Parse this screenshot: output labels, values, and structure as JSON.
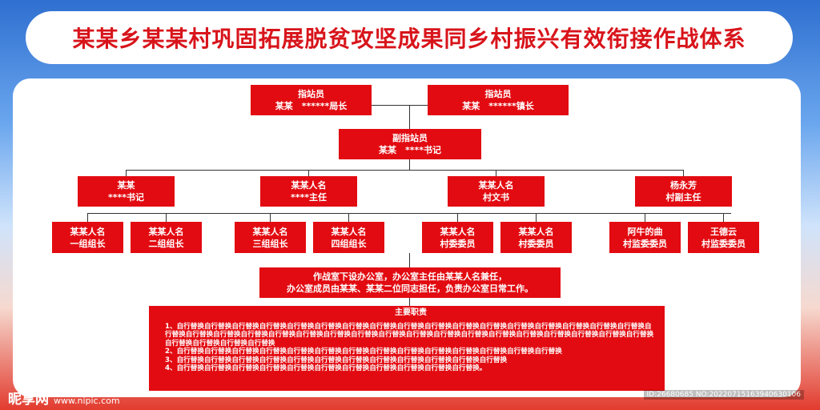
{
  "title": "某某乡某某村巩固拓展脱贫攻坚成果同乡村振兴有效衔接作战体系",
  "level1": [
    {
      "line1": "指站员",
      "line2": "某某　******局长"
    },
    {
      "line1": "指站员",
      "line2": "某某　******镇长"
    }
  ],
  "level2": {
    "line1": "副指站员",
    "line2": "某某　****书记"
  },
  "level3": [
    {
      "line1": "某某",
      "line2": "****书记"
    },
    {
      "line1": "某某人名",
      "line2": "****主任"
    },
    {
      "line1": "某某人名",
      "line2": "村文书"
    },
    {
      "line1": "杨永芳",
      "line2": "村副主任"
    }
  ],
  "level4": [
    {
      "line1": "某某人名",
      "line2": "一组组长"
    },
    {
      "line1": "某某人名",
      "line2": "二组组长"
    },
    {
      "line1": "某某人名",
      "line2": "三组组长"
    },
    {
      "line1": "某某人名",
      "line2": "四组组长"
    },
    {
      "line1": "某某人名",
      "line2": "村委委员"
    },
    {
      "line1": "某某人名",
      "line2": "村委委员"
    },
    {
      "line1": "阿牛的曲",
      "line2": "村监委委员"
    },
    {
      "line1": "王德云",
      "line2": "村监委委员"
    }
  ],
  "office": {
    "line1": "作战室下设办公室，办公室主任由某某人名兼任，",
    "line2": "办公室成员由某某、某某二位同志担任，负责办公室日常工作。"
  },
  "duties": {
    "heading": "主要职责",
    "lines": [
      "1、自行替换自行替换自行替换自行替换自行替换自行替换自行替换自行替换自行替换自行替换自行替换自行替换自行替换自行替换自行替换自行替换自行替换自行替换自行替换自行替换自行替换自行替换自行替换自行替换自行替换自行替换自行替换自行替换自行替换自行替换自行替换自行替换自行替换自行替换自行替换自行替换自行替换自行替换自行替换",
      "2、自行替换自行替换自行替换自行替换自行替换自行替换自行替换自行替换自行替换自行替换自行替换自行替换自行替换自行替换",
      "3、自行替换自行替换自行替换自行替换自行替换自行替换自行替换自行替换自行替换自行替换自行替换自行替换",
      "4、自行替换自行替换自行替换自行替换自行替换自行替换自行替换自行替换自行替换自行替换自行替换。"
    ]
  },
  "watermark": {
    "brand": "昵享网",
    "url": "www.nipic.com",
    "id": "ID:26680685 NO:20220715163940630106"
  }
}
